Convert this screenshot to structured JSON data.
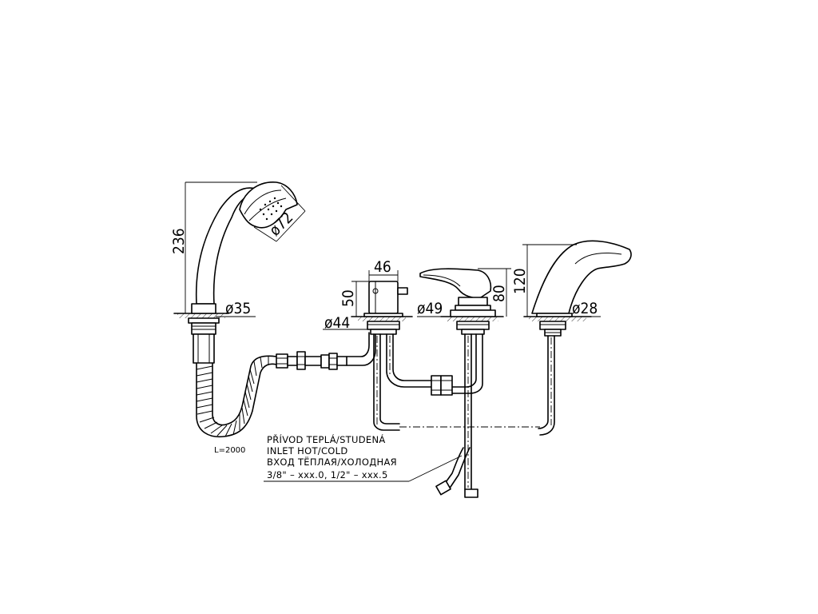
{
  "dimensions": {
    "shower_height": "236",
    "shower_head_dia": "ø72",
    "shower_base_dia": "ø35",
    "hose_length": "L=2000",
    "diverter_width": "46",
    "diverter_height": "50",
    "diverter_base_dia": "ø44",
    "mixer_base_dia": "ø49",
    "mixer_height": "80",
    "spout_height": "120",
    "spout_base_dia": "ø28"
  },
  "inlet_note": {
    "line1": "PŘÍVOD TEPLÁ/STUDENÁ",
    "line2": "INLET HOT/COLD",
    "line3": "ВХОД ТЁПЛАЯ/ХОЛОДНАЯ",
    "line4": "3/8\" – xxx.0, 1/2\" – xxx.5"
  }
}
